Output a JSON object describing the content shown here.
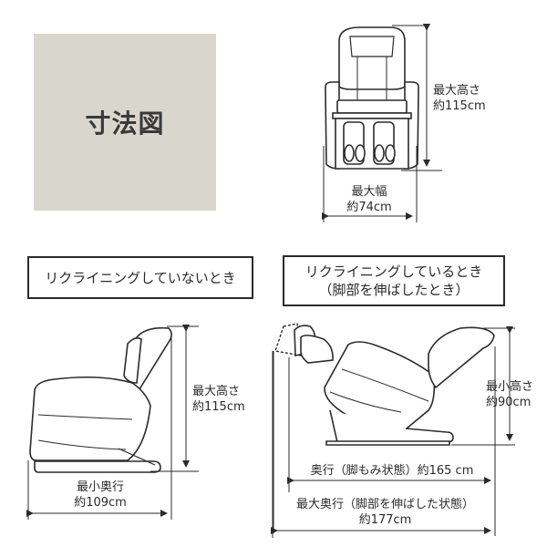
{
  "title": "寸法図",
  "front_view": {
    "height_label": "最大高さ",
    "height_value": "約115cm",
    "width_label": "最大幅",
    "width_value": "約74cm"
  },
  "upright_view": {
    "caption": "リクライニングしていないとき",
    "height_label": "最大高さ",
    "height_value": "約115cm",
    "depth_label": "最小奥行",
    "depth_value": "約109cm"
  },
  "reclined_view": {
    "caption_line1": "リクライニングしているとき",
    "caption_line2": "（脚部を伸ばしたとき）",
    "height_label": "最小高さ",
    "height_value": "約90cm",
    "depth_footmassage": "奥行（脚もみ状態）約165 cm",
    "max_depth_label": "最大奥行（脚部を伸ばした状態）",
    "max_depth_value": "約177cm"
  },
  "colors": {
    "title_bg": "#d9d7cd",
    "line": "#2b2b2b"
  }
}
